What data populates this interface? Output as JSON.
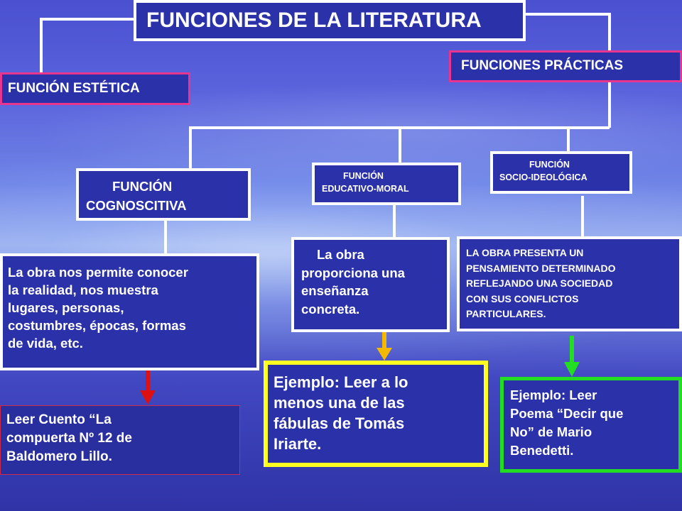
{
  "title": "FUNCIONES DE LA LITERATURA",
  "branches": {
    "estetica": "FUNCIÓN ESTÉTICA",
    "practicas": "FUNCIONES PRÁCTICAS"
  },
  "functions": {
    "cognoscitiva": {
      "line1": "FUNCIÓN",
      "line2": "COGNOSCITIVA"
    },
    "educativo_moral": {
      "line1": "FUNCIÓN",
      "line2": "EDUCATIVO-MORAL"
    },
    "socio_ideologica": {
      "line1": "FUNCIÓN",
      "line2": "SOCIO-IDEOLÓGICA"
    }
  },
  "descriptions": {
    "cognoscitiva": [
      "La obra nos permite conocer",
      "la realidad, nos muestra",
      "lugares, personas,",
      "costumbres, épocas, formas",
      "de vida, etc."
    ],
    "educativo_moral": [
      "La obra",
      "proporciona una",
      "enseñanza",
      "concreta."
    ],
    "socio_ideologica": [
      "LA OBRA PRESENTA UN",
      "PENSAMIENTO DETERMINADO",
      "REFLEJANDO UNA SOCIEDAD",
      "CON SUS CONFLICTOS",
      "PARTICULARES."
    ]
  },
  "examples": {
    "cognoscitiva": [
      "Leer  Cuento “La",
      "compuerta Nº 12 de",
      "Baldomero Lillo."
    ],
    "educativo_moral": [
      "Ejemplo: Leer  a lo",
      "menos una de las",
      "fábulas de  Tomás",
      "Iriarte."
    ],
    "socio_ideologica": [
      "Ejemplo: Leer",
      "Poema  “Decir que",
      "No”  de Mario",
      "Benedetti."
    ]
  },
  "colors": {
    "box_fill": "#2b31a8",
    "border_white": "#ffffff",
    "border_pink": "#e8358f",
    "arrow_red": "#dd1111",
    "arrow_orange": "#f5b800",
    "arrow_green": "#22dd22",
    "box_yellow": "#ffff22",
    "box_green": "#22dd22"
  }
}
